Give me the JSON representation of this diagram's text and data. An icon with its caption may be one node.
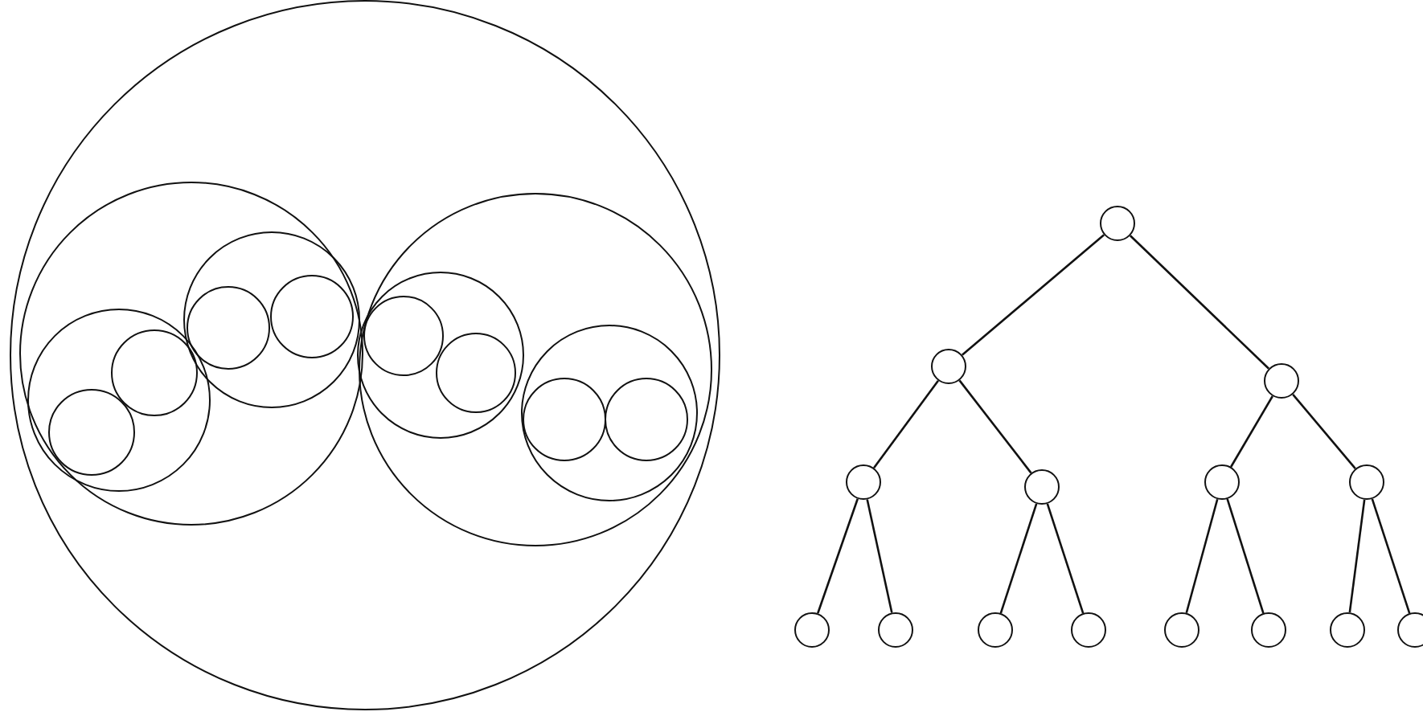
{
  "diagram": {
    "nodes": [
      {
        "text": [],
        "shape": "circle"
      },
      {
        "text": [],
        "shape": "circle",
        "in": 0
      },
      {
        "text": [],
        "shape": "circle",
        "in": 1
      },
      {
        "text": [],
        "shape": "circle",
        "in": 2
      },
      {
        "text": [],
        "shape": "circle",
        "in": 2
      },
      {
        "text": [],
        "shape": "circle",
        "in": 1
      },
      {
        "text": [],
        "shape": "circle",
        "in": 5
      },
      {
        "text": [],
        "shape": "circle",
        "in": 5
      },
      {
        "text": [],
        "shape": "circle",
        "in": 0
      },
      {
        "text": [],
        "shape": "circle",
        "in": 8
      },
      {
        "text": [],
        "shape": "circle",
        "in": 9
      },
      {
        "text": [],
        "shape": "circle",
        "in": 9
      },
      {
        "text": [],
        "shape": "circle",
        "in": 8
      },
      {
        "text": [],
        "shape": "circle",
        "in": 12
      },
      {
        "text": [],
        "shape": "circle",
        "in": 12
      },
      {
        "text": [],
        "shape": "circle"
      },
      {
        "text": [],
        "shape": "circle"
      },
      {
        "text": [],
        "shape": "circle"
      },
      {
        "text": [],
        "shape": "circle"
      },
      {
        "text": [],
        "shape": "circle"
      },
      {
        "text": [],
        "shape": "circle"
      },
      {
        "text": [],
        "shape": "circle"
      },
      {
        "text": [],
        "shape": "circle"
      },
      {
        "text": [],
        "shape": "circle"
      },
      {
        "text": [],
        "shape": "circle"
      },
      {
        "text": [],
        "shape": "circle"
      },
      {
        "text": [],
        "shape": "circle"
      },
      {
        "text": [],
        "shape": "circle"
      },
      {
        "text": [],
        "shape": "circle"
      },
      {
        "text": [],
        "shape": "circle"
      }
    ],
    "edges": [
      {
        "from": 15,
        "to": 16,
        "arrow": "none"
      },
      {
        "from": 15,
        "to": 17,
        "arrow": "none"
      },
      {
        "from": 16,
        "to": 18,
        "arrow": "none"
      },
      {
        "from": 16,
        "to": 19,
        "arrow": "none"
      },
      {
        "from": 17,
        "to": 20,
        "arrow": "none"
      },
      {
        "from": 17,
        "to": 21,
        "arrow": "none"
      },
      {
        "from": 18,
        "to": 22,
        "arrow": "none"
      },
      {
        "from": 18,
        "to": 23,
        "arrow": "none"
      },
      {
        "from": 19,
        "to": 24,
        "arrow": "none"
      },
      {
        "from": 19,
        "to": 25,
        "arrow": "none"
      },
      {
        "from": 20,
        "to": 26,
        "arrow": "none"
      },
      {
        "from": 20,
        "to": 27,
        "arrow": "none"
      },
      {
        "from": 21,
        "to": 28,
        "arrow": "none"
      },
      {
        "from": 21,
        "to": 29,
        "arrow": "none"
      }
    ]
  }
}
